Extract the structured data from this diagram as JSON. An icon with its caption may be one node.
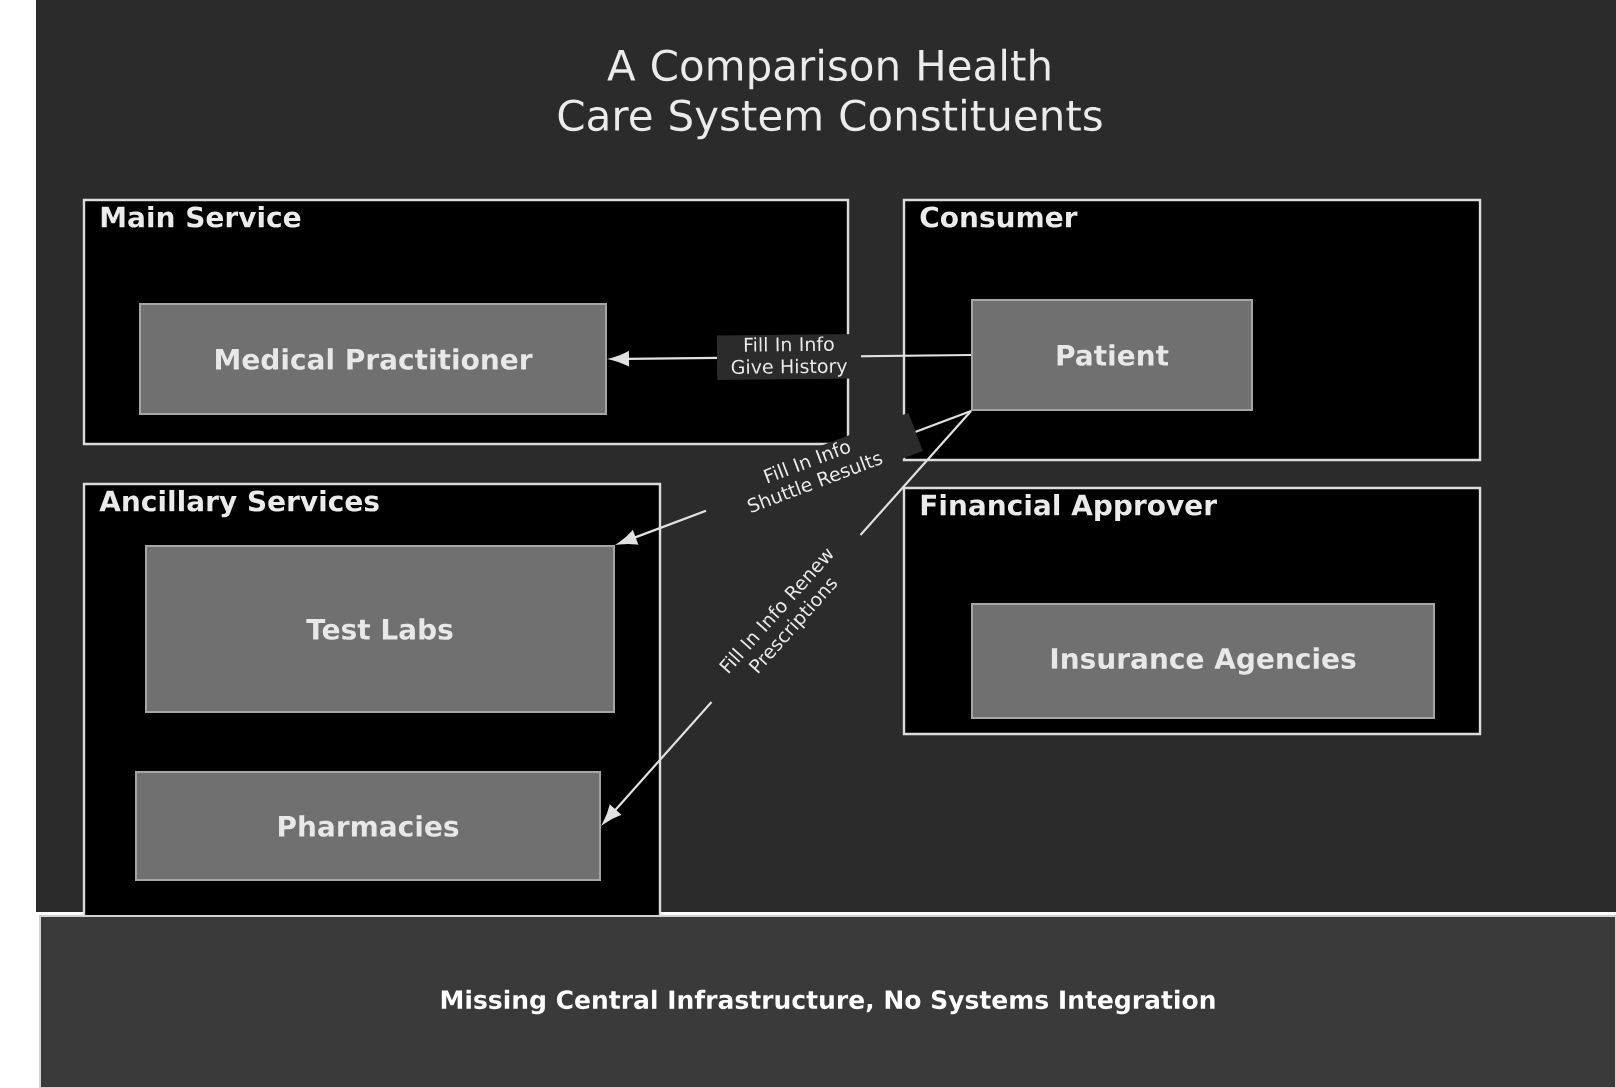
{
  "diagram": {
    "title": "A Comparison Health Care System Constituents",
    "nodes": [
      {
        "text": [
          "Main Service"
        ]
      },
      {
        "text": [
          "Medical Practitioner"
        ],
        "in": 0
      },
      {
        "text": [
          "Consumer"
        ]
      },
      {
        "text": [
          "Patient"
        ],
        "in": 2
      },
      {
        "text": [
          "Ancillary Services"
        ]
      },
      {
        "text": [
          "Test Labs"
        ],
        "in": 4
      },
      {
        "text": [
          "Pharmacies"
        ],
        "in": 4
      },
      {
        "text": [
          "Financial Approver"
        ]
      },
      {
        "text": [
          "Insurance Agencies"
        ],
        "in": 7
      },
      {
        "text": [
          "Missing Central Infrastructure, No Systems Integration"
        ]
      }
    ],
    "edges": [
      {
        "from": 3,
        "to": 1,
        "arrow": "to",
        "label": "Fill In Info Give History"
      },
      {
        "from": 3,
        "to": 5,
        "arrow": "to",
        "label": "Fill In Info Shuttle Results"
      },
      {
        "from": 3,
        "to": 6,
        "arrow": "to",
        "label": "Fill In Info Renew Prescriptions"
      }
    ]
  }
}
